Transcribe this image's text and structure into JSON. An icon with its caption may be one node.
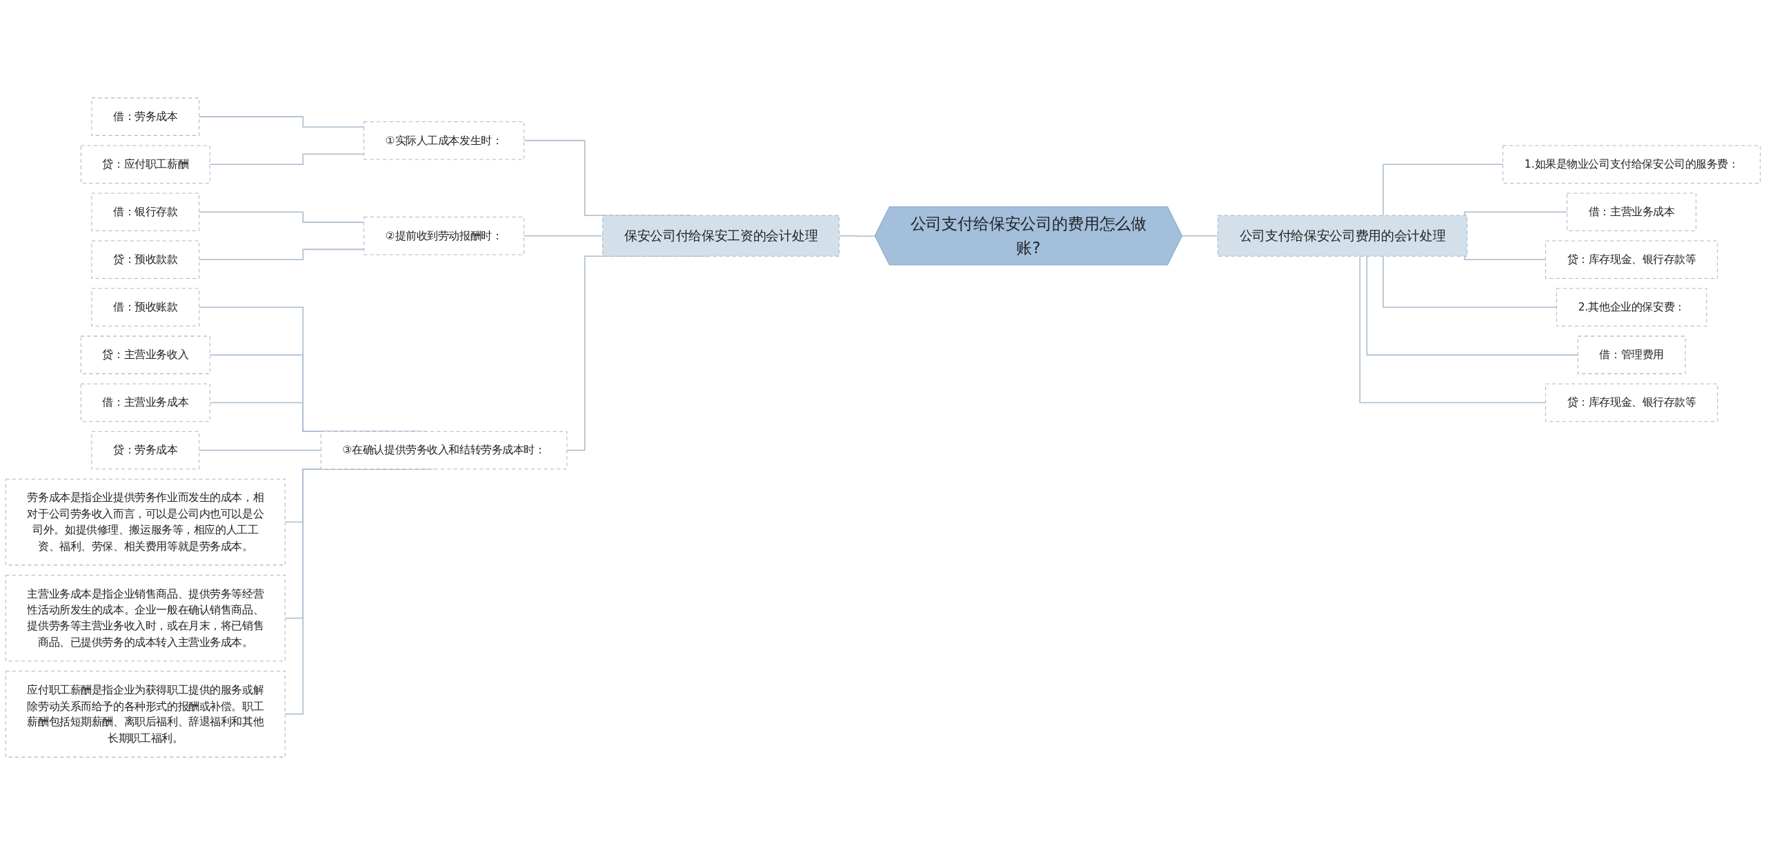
{
  "diagram": {
    "nodes": [
      {
        "text": [
          "公司支付给保安公司的费用怎么做账?"
        ]
      },
      {
        "text": [
          "保安公司付给保安工资的会计处理"
        ]
      },
      {
        "text": [
          "①实际人工成本发生时："
        ]
      },
      {
        "text": [
          "借：劳务成本"
        ]
      },
      {
        "text": [
          "贷：应付职工薪酬"
        ]
      },
      {
        "text": [
          "②提前收到劳动报酬时："
        ]
      },
      {
        "text": [
          "借：银行存款"
        ]
      },
      {
        "text": [
          "贷：预收款款"
        ]
      },
      {
        "text": [
          "③在确认提供劳务收入和结转劳务成本时："
        ]
      },
      {
        "text": [
          "借：预收账款"
        ]
      },
      {
        "text": [
          "贷：主营业务收入"
        ]
      },
      {
        "text": [
          "借：主营业务成本"
        ]
      },
      {
        "text": [
          "贷：劳务成本"
        ]
      },
      {
        "text": [
          "劳务成本是指企业提供劳务作业而发生的成本，相对于公司劳务收入而言，可以是公司内也可以是公司外。如提供修理、搬运服务等，相应的人工工资、福利、劳保、相关费用等就是劳务成本。"
        ]
      },
      {
        "text": [
          "主营业务成本是指企业销售商品、提供劳务等经营性活动所发生的成本。企业一般在确认销售商品、提供劳务等主营业务收入时，或在月末，将已销售商品、已提供劳务的成本转入主营业务成本。"
        ]
      },
      {
        "text": [
          "应付职工薪酬是指企业为获得职工提供的服务或解除劳动关系而给予的各种形式的报酬或补偿。职工薪酬包括短期薪酬、离职后福利、辞退福利和其他长期职工福利。"
        ]
      },
      {
        "text": [
          "公司支付给保安公司费用的会计处理"
        ]
      },
      {
        "text": [
          "1.如果是物业公司支付给保安公司的服务费："
        ]
      },
      {
        "text": [
          "借：主营业务成本"
        ]
      },
      {
        "text": [
          "贷：库存现金、银行存款等"
        ]
      },
      {
        "text": [
          "2.其他企业的保安费："
        ]
      },
      {
        "text": [
          "借：管理费用"
        ]
      },
      {
        "text": [
          "贷：库存现金、银行存款等"
        ]
      }
    ],
    "edges": [
      {
        "from": 1,
        "to": 0,
        "arrow": "none"
      },
      {
        "from": 2,
        "to": 1,
        "arrow": "none"
      },
      {
        "from": 3,
        "to": 2,
        "arrow": "none"
      },
      {
        "from": 4,
        "to": 2,
        "arrow": "none"
      },
      {
        "from": 5,
        "to": 1,
        "arrow": "none"
      },
      {
        "from": 6,
        "to": 5,
        "arrow": "none"
      },
      {
        "from": 7,
        "to": 5,
        "arrow": "none"
      },
      {
        "from": 8,
        "to": 1,
        "arrow": "none"
      },
      {
        "from": 9,
        "to": 8,
        "arrow": "none"
      },
      {
        "from": 10,
        "to": 8,
        "arrow": "none"
      },
      {
        "from": 11,
        "to": 8,
        "arrow": "none"
      },
      {
        "from": 12,
        "to": 8,
        "arrow": "none"
      },
      {
        "from": 13,
        "to": 8,
        "arrow": "none"
      },
      {
        "from": 14,
        "to": 8,
        "arrow": "none"
      },
      {
        "from": 15,
        "to": 8,
        "arrow": "none"
      },
      {
        "from": 0,
        "to": 16,
        "arrow": "none"
      },
      {
        "from": 16,
        "to": 17,
        "arrow": "none"
      },
      {
        "from": 16,
        "to": 18,
        "arrow": "none"
      },
      {
        "from": 16,
        "to": 19,
        "arrow": "none"
      },
      {
        "from": 16,
        "to": 20,
        "arrow": "none"
      },
      {
        "from": 16,
        "to": 21,
        "arrow": "none"
      },
      {
        "from": 16,
        "to": 22,
        "arrow": "none"
      }
    ]
  }
}
